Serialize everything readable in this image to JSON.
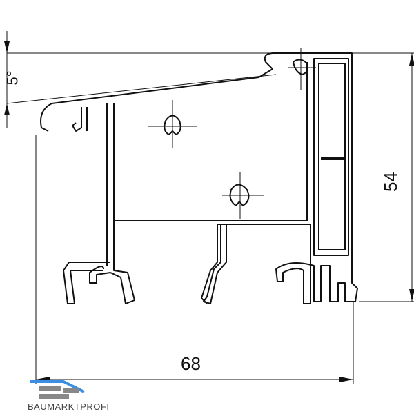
{
  "drawing": {
    "width_dimension": "68",
    "height_dimension": "54",
    "angle_dimension": "5°"
  },
  "logo": {
    "text": "BAUMARKTPROFI"
  },
  "colors": {
    "line": "#111111",
    "logo_blue": "#3a8ee6",
    "logo_gray": "#888888"
  }
}
